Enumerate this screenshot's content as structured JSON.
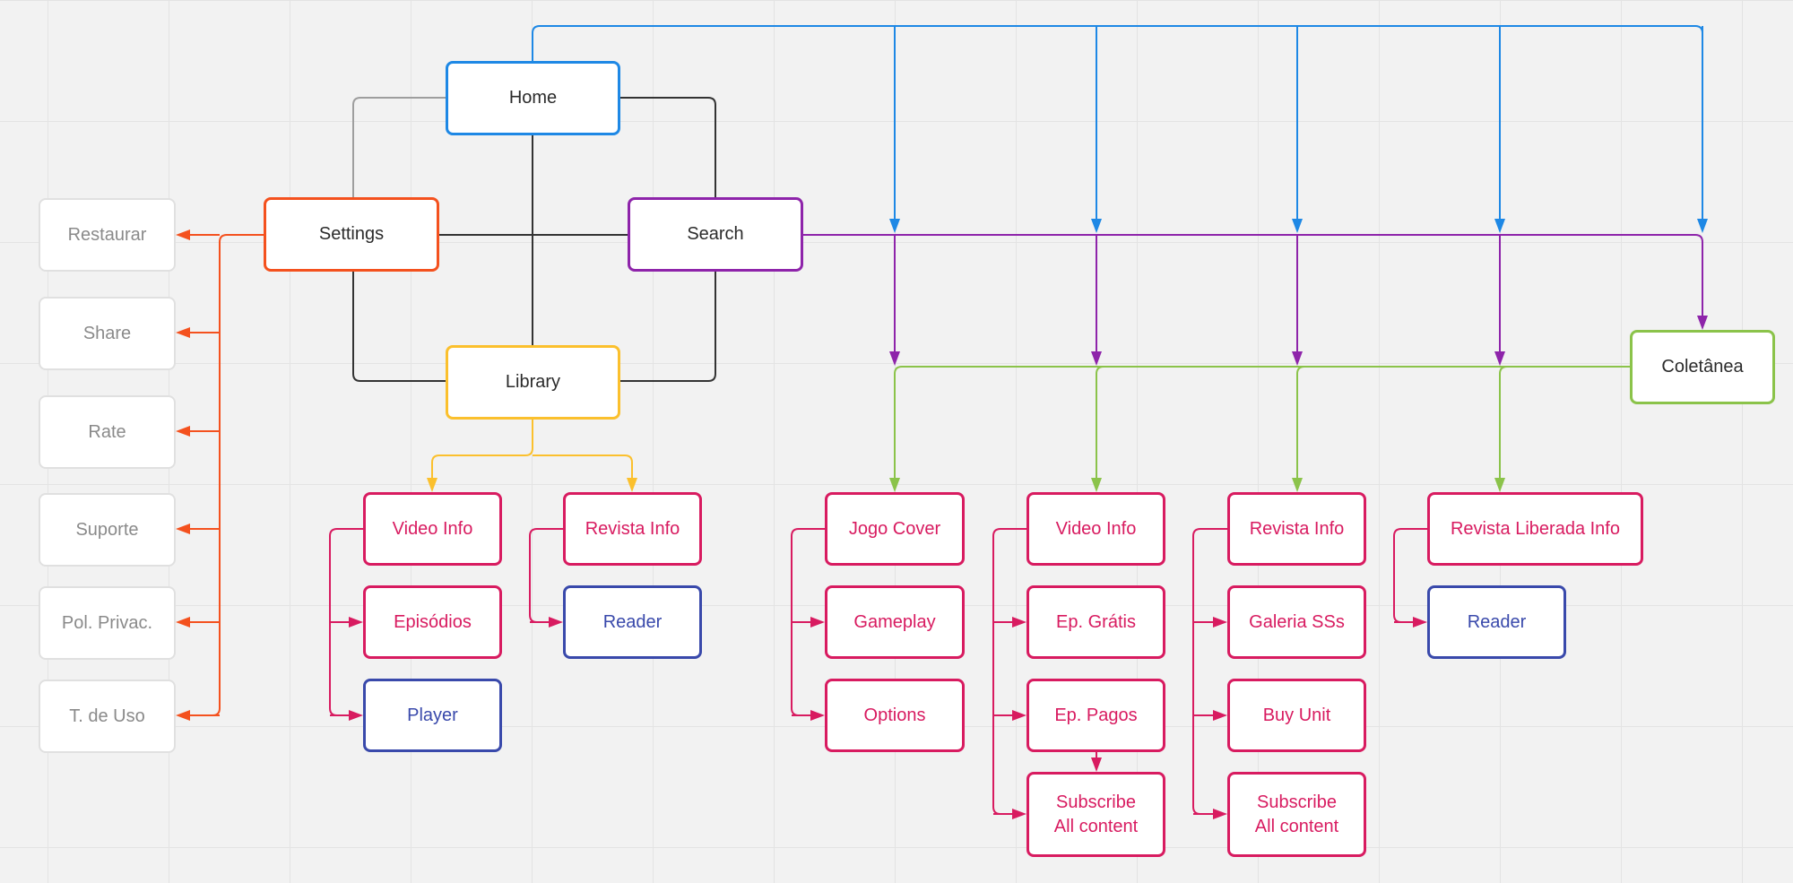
{
  "colors": {
    "home": "#1e88e5",
    "settings": "#f4511e",
    "search": "#8e24aa",
    "library": "#fbc02d",
    "coletanea": "#8bc34a",
    "screen": "#d81b60",
    "reader": "#3949ab",
    "neutral": "#333333",
    "muted": "#9e9e9e"
  },
  "nodes": {
    "home": "Home",
    "settings": "Settings",
    "search": "Search",
    "library": "Library",
    "coletanea": "Coletânea",
    "restaurar": "Restaurar",
    "share": "Share",
    "rate": "Rate",
    "suporte": "Suporte",
    "privacidade": "Pol. Privac.",
    "termos": "T. de Uso",
    "lib_video_info": "Video Info",
    "lib_episodios": "Episódios",
    "lib_player": "Player",
    "lib_revista_info": "Revista Info",
    "lib_reader": "Reader",
    "jogo_cover": "Jogo Cover",
    "gameplay": "Gameplay",
    "options": "Options",
    "video_info": "Video Info",
    "ep_gratis": "Ep. Grátis",
    "ep_pagos": "Ep. Pagos",
    "subscribe_video": "Subscribe\nAll content",
    "revista_info": "Revista Info",
    "galeria": "Galeria SSs",
    "buy_unit": "Buy Unit",
    "subscribe_revista": "Subscribe\nAll content",
    "revista_liberada_info": "Revista Liberada Info",
    "liberada_reader": "Reader"
  }
}
